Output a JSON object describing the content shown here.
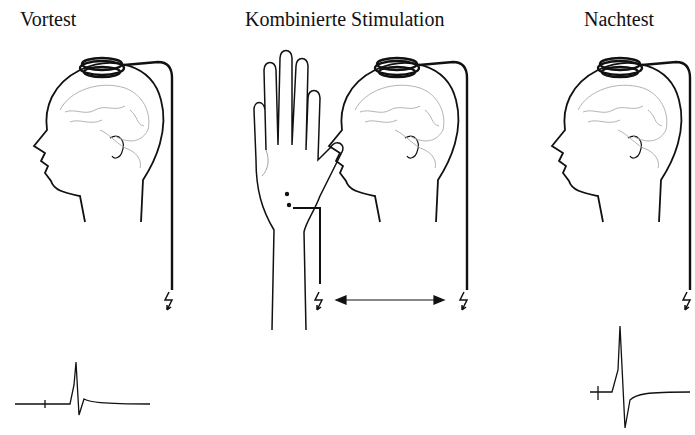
{
  "diagram": {
    "labels": [
      "Vortest",
      "Kombinierte Stimulation",
      "Nachtest"
    ]
  }
}
